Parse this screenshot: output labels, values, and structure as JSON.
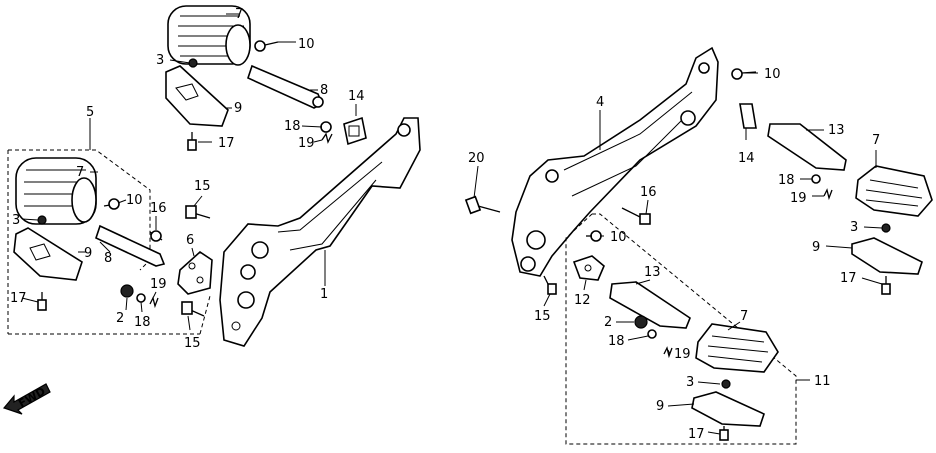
{
  "diagram": {
    "direction_label": "FWD",
    "callouts": {
      "c1": "1",
      "c2a": "2",
      "c2b": "2",
      "c3a": "3",
      "c3b": "3",
      "c3c": "3",
      "c3d": "3",
      "c4": "4",
      "c5": "5",
      "c6": "6",
      "c7a": "7",
      "c7b": "7",
      "c7c": "7",
      "c7d": "7",
      "c8a": "8",
      "c8b": "8",
      "c9a": "9",
      "c9b": "9",
      "c9c": "9",
      "c9d": "9",
      "c10a": "10",
      "c10b": "10",
      "c10c": "10",
      "c10d": "10",
      "c11": "11",
      "c12": "12",
      "c13a": "13",
      "c13b": "13",
      "c14a": "14",
      "c14b": "14",
      "c15a": "15",
      "c15b": "15",
      "c15c": "15",
      "c16a": "16",
      "c16b": "16",
      "c17a": "17",
      "c17b": "17",
      "c17c": "17",
      "c17d": "17",
      "c18a": "18",
      "c18b": "18",
      "c18c": "18",
      "c18d": "18",
      "c19a": "19",
      "c19b": "19",
      "c19c": "19",
      "c19d": "19",
      "c20": "20"
    }
  }
}
